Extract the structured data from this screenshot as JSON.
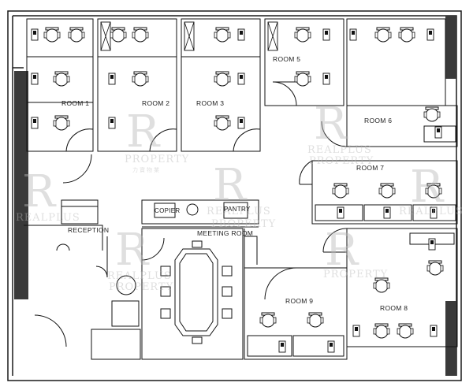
{
  "floor_plan": {
    "rooms": {
      "room1": "ROOM 1",
      "room2": "ROOM 2",
      "room3": "ROOM 3",
      "room5": "ROOM 5",
      "room6": "ROOM 6",
      "room7": "ROOM 7",
      "room8": "ROOM 8",
      "room9": "ROOM 9",
      "reception": "RECEPTION",
      "meeting": "MEETING ROOM",
      "copier": "COPIER",
      "pantry": "PANTRY"
    },
    "watermark": {
      "letter": "R",
      "line1": "REALPLUS",
      "line2": "PROPERTY",
      "chinese": "力寶物業"
    },
    "colors": {
      "line": "#1a1a1a",
      "wall": "#3a3a3a",
      "watermark": "#b9b9b9"
    }
  }
}
